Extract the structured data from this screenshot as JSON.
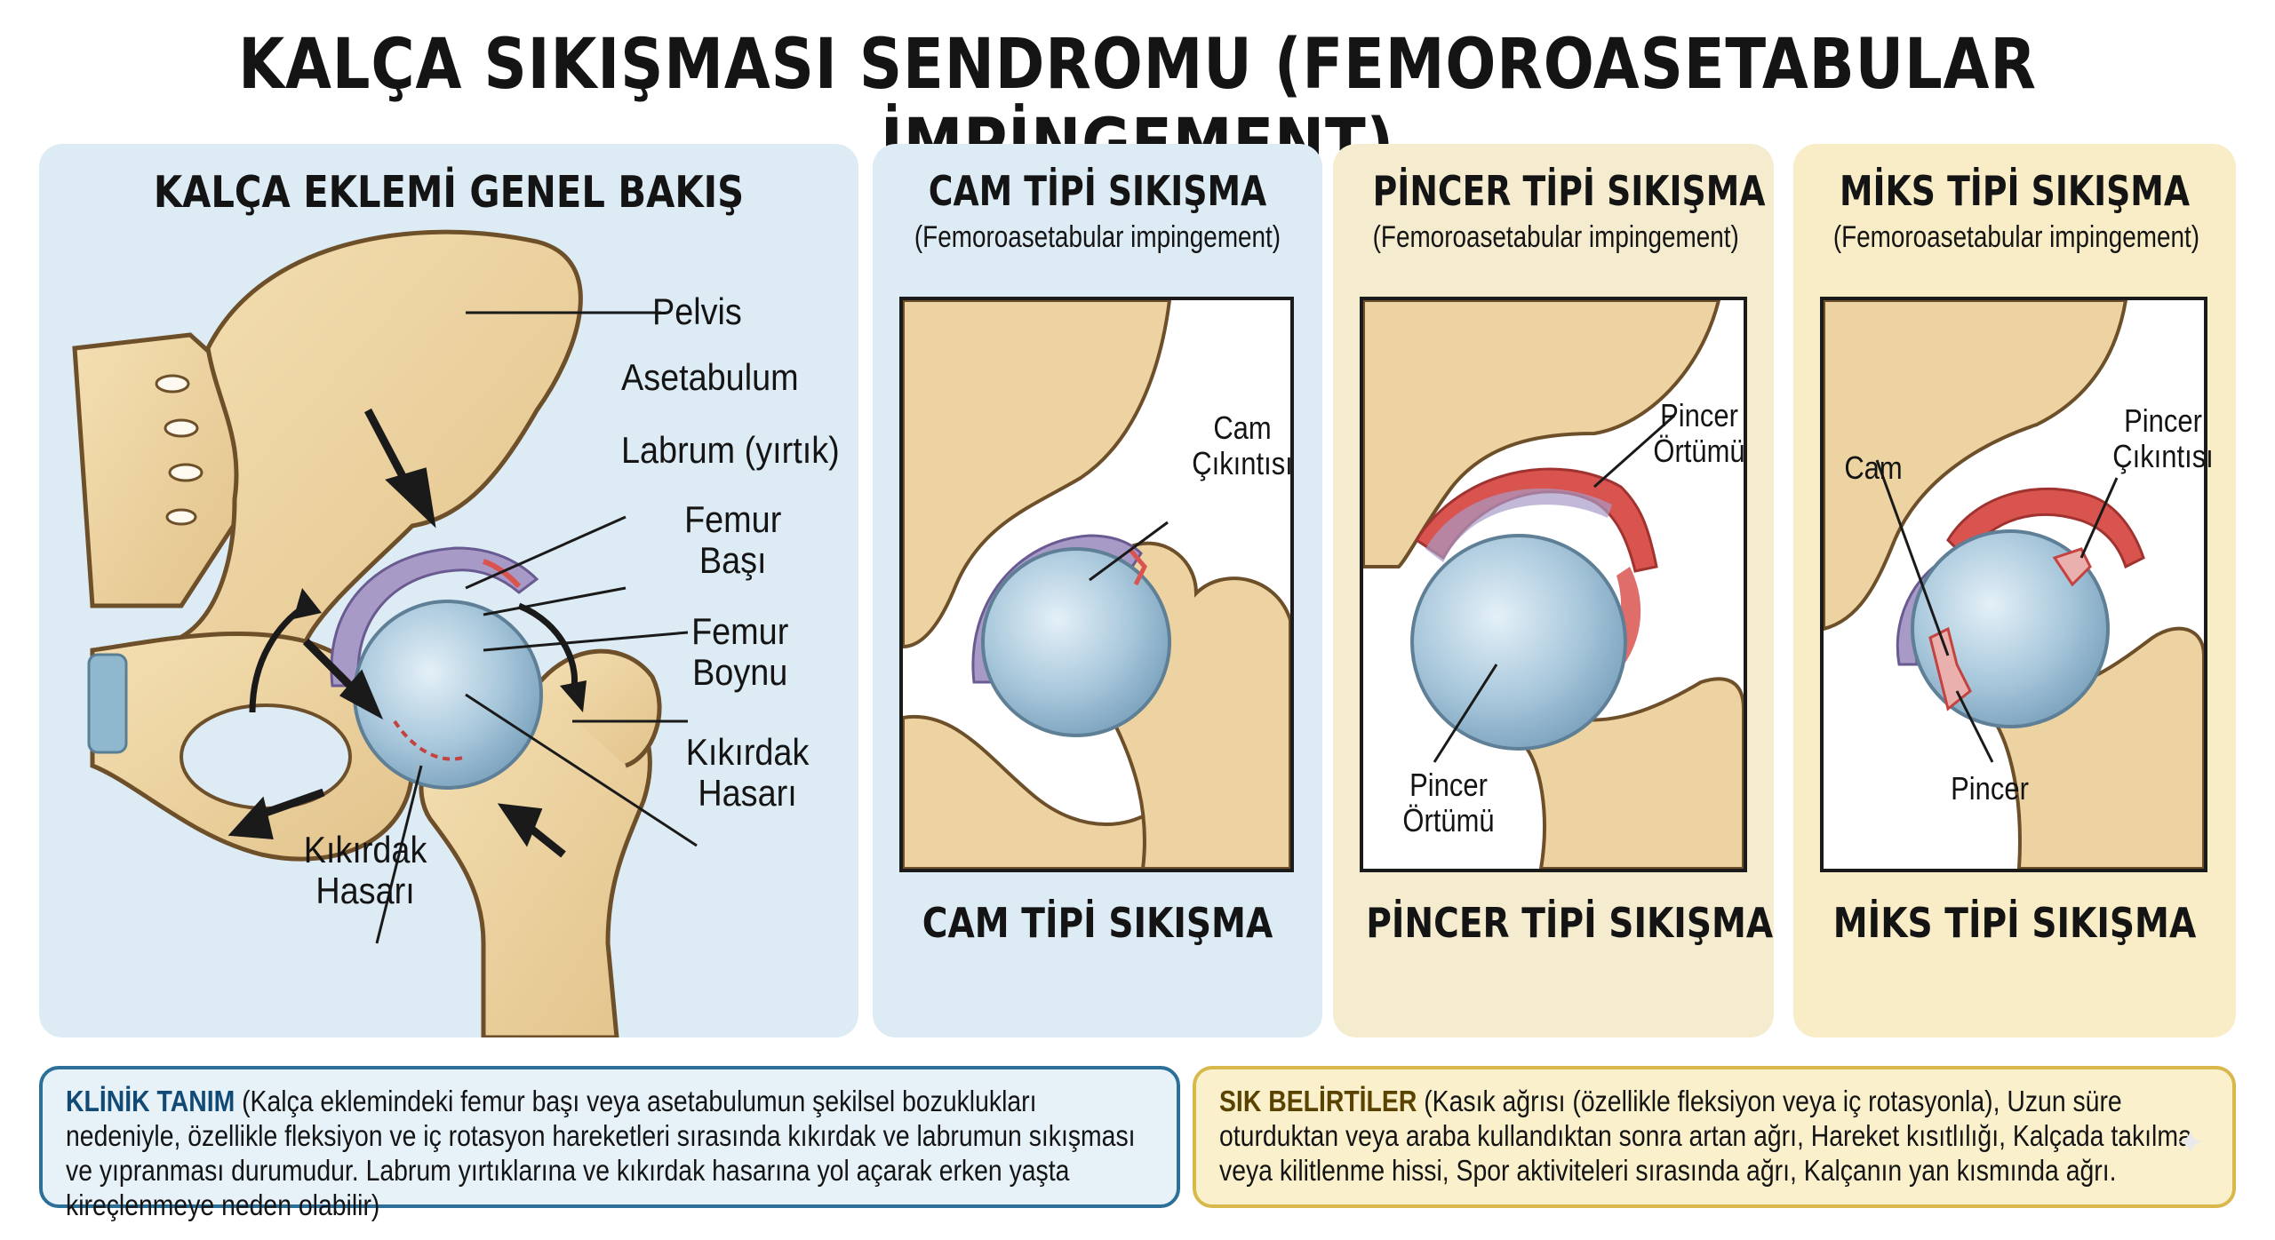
{
  "title": "KALÇA SIKIŞMASI SENDROMU (FEMOROASETABULAR İMPİNGEMENT)",
  "overview": {
    "heading": "KALÇA EKLEMİ GENEL BAKIŞ",
    "labels": {
      "pelvis": "Pelvis",
      "acetabulum": "Asetabulum",
      "labrum": "Labrum (yırtık)",
      "femoral_head_1": "Femur",
      "femoral_head_2": "Başı",
      "femoral_neck_1": "Femur",
      "femoral_neck_2": "Boynu",
      "cartilage_right_1": "Kıkırdak",
      "cartilage_right_2": "Hasarı",
      "cartilage_left_1": "Kıkırdak",
      "cartilage_left_2": "Hasarı"
    }
  },
  "cam": {
    "heading_1": "CAM TİPİ SIKIŞMA",
    "subtitle": "(Femoroasetabular impingement)",
    "label_1": "Cam",
    "label_2": "Çıkıntısı",
    "footer": "CAM TİPİ SIKIŞMA"
  },
  "pincer": {
    "heading_1": "PİNCER TİPİ SIKIŞMA",
    "subtitle": "(Femoroasetabular impingement)",
    "label_top_1": "Pincer",
    "label_top_2": "Örtümü",
    "label_bottom_1": "Pincer",
    "label_bottom_2": "Örtümü",
    "footer": "PİNCER TİPİ SIKIŞMA"
  },
  "mixed": {
    "heading_1": "MİKS TİPİ SIKIŞMA",
    "subtitle": "(Femoroasetabular impingement)",
    "label_cam": "Cam",
    "label_pincer_top_1": "Pincer",
    "label_pincer_top_2": "Çıkıntısı",
    "label_pincer_bottom": "Pincer",
    "footer": "MİKS TİPİ SIKIŞMA"
  },
  "clinical": {
    "heading": "KLİNİK TANIM",
    "text": "(Kalça eklemindeki femur başı veya asetabulumun şekilsel bozuklukları nedeniyle, özellikle fleksiyon ve iç rotasyon hareketleri sırasında kıkırdak ve labrumun sıkışması ve yıpranması durumudur. Labrum yırtıklarına ve kıkırdak hasarına yol açarak erken yaşta kireçlenmeye neden olabilir)"
  },
  "symptoms": {
    "heading": "SIK BELİRTİLER",
    "text": "(Kasık ağrısı (özellikle fleksiyon veya iç rotasyonla), Uzun süre oturduktan veya araba kullandıktan sonra artan ağrı, Hareket kısıtlılığı, Kalçada takılma veya kilitlenme hissi, Spor aktiviteleri sırasında ağrı, Kalçanın yan kısmında ağrı."
  },
  "colors": {
    "bone": "#edd3a1",
    "bone_outline": "#6d4f2a",
    "femoral_head": "#a9c8dc",
    "labrum": "#a89ac6",
    "inflamed": "#d9534f",
    "panel_blue": "#dcebf4",
    "panel_cream": "#f5ecd0",
    "panel_yellow": "#f8edc6"
  },
  "icons": [
    "arrow-icon",
    "sparkle-icon"
  ]
}
